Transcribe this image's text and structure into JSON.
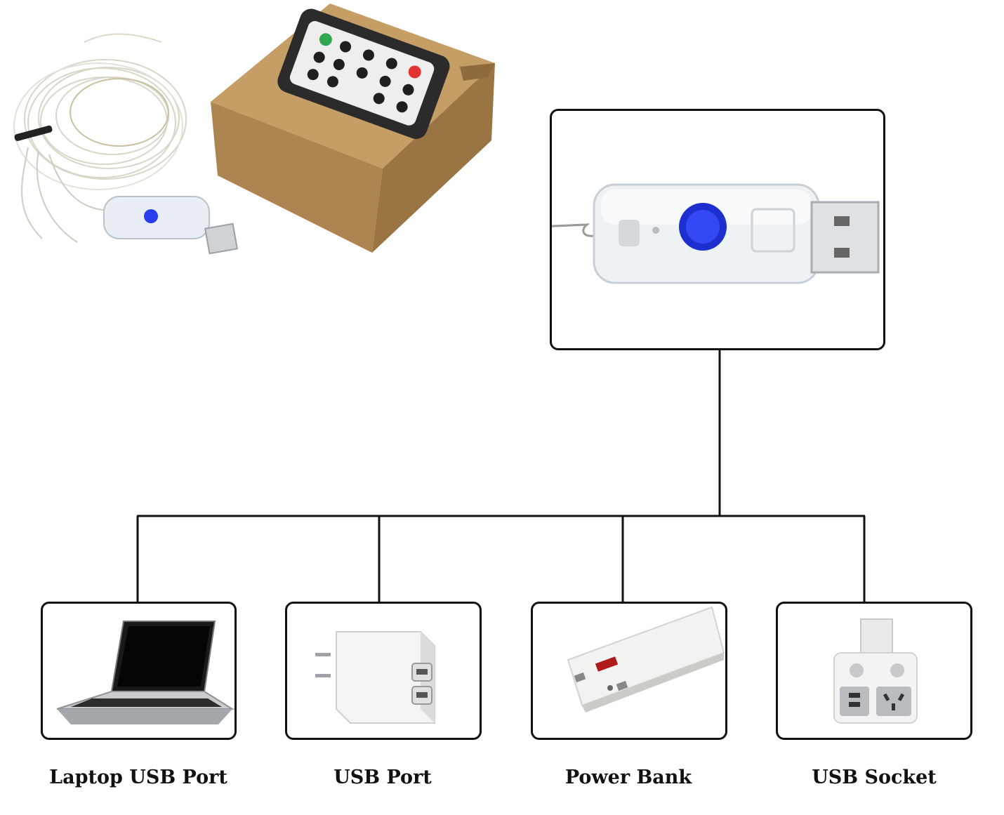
{
  "devices": [
    {
      "id": "laptop",
      "label": "Laptop USB Port"
    },
    {
      "id": "usb-port",
      "label": "USB Port"
    },
    {
      "id": "power-bank",
      "label": "Power Bank"
    },
    {
      "id": "usb-socket",
      "label": "USB Socket"
    }
  ],
  "colors": {
    "line": "#111111",
    "cardboard": "#b08a55",
    "remote": "#2b2b2b",
    "usb_button": "#2a3cf0"
  },
  "icons": [
    "string-lights-product-photo",
    "usb-controller-closeup",
    "laptop-icon",
    "wall-charger-icon",
    "power-bank-icon",
    "usb-socket-icon"
  ]
}
